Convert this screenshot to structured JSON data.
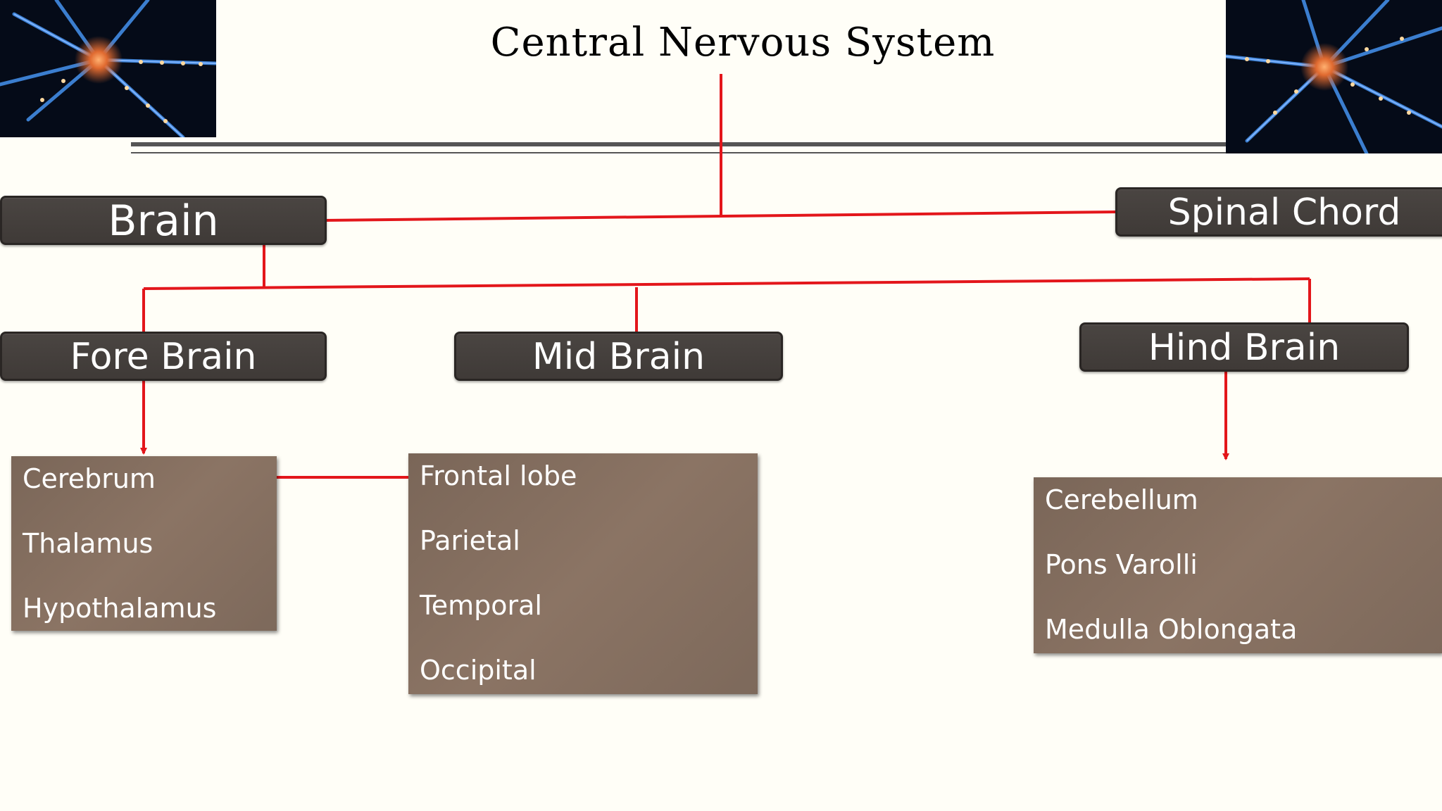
{
  "title": "Central Nervous System",
  "nodes": {
    "brain": "Brain",
    "spinal_chord": "Spinal Chord",
    "fore_brain": "Fore Brain",
    "mid_brain": "Mid Brain",
    "hind_brain": "Hind Brain"
  },
  "fore_brain_parts": [
    "Cerebrum",
    "Thalamus",
    "Hypothalamus"
  ],
  "cerebrum_lobes": [
    "Frontal lobe",
    "Parietal",
    "Temporal",
    "Occipital"
  ],
  "hind_brain_parts": [
    "Cerebellum",
    "Pons Varolli",
    "Medulla Oblongata"
  ],
  "colors": {
    "connector": "#e3161b",
    "node_bg": "#453f3c",
    "list_bg": "#84705f"
  },
  "icons": [
    "neuron-image-left",
    "neuron-image-right"
  ]
}
